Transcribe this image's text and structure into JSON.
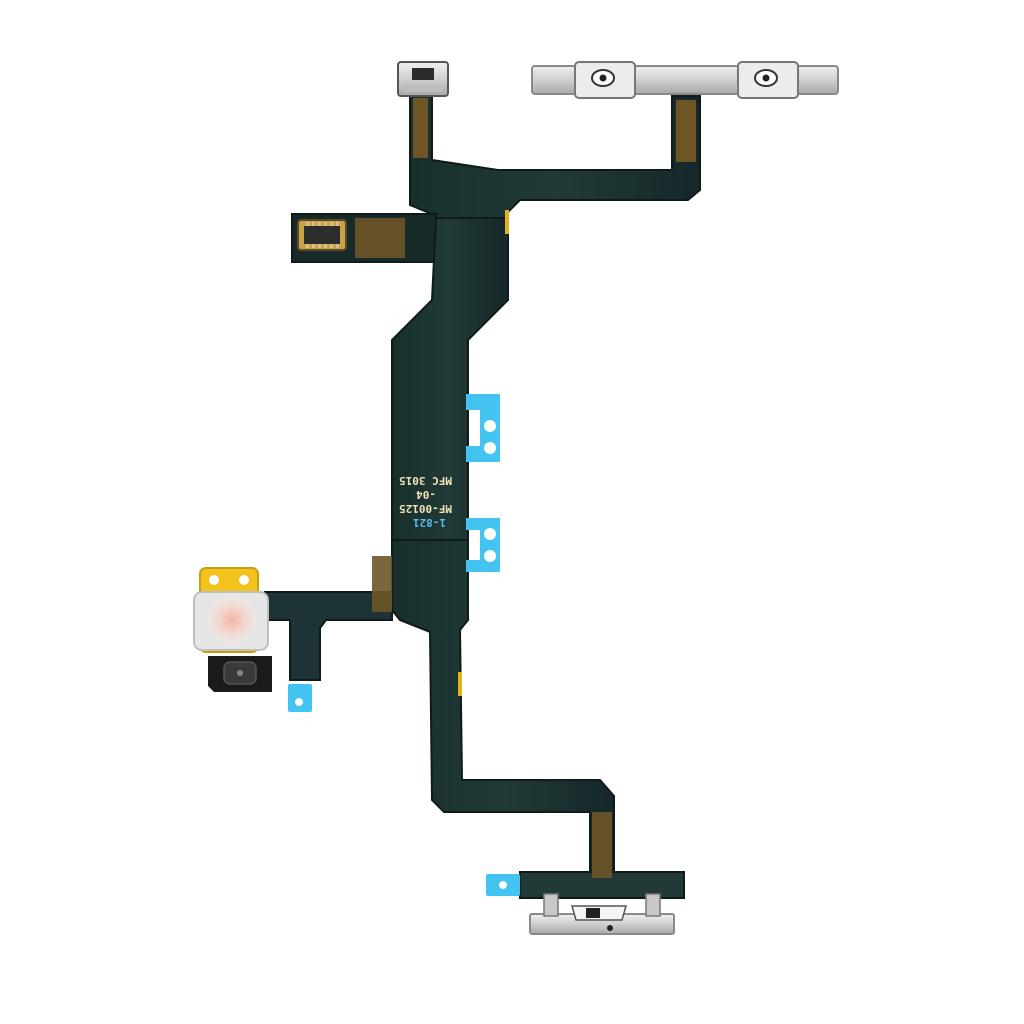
{
  "image": {
    "subject": "flex-cable-assembly",
    "background": "#ffffff"
  },
  "colors": {
    "flex_body": "#1b2b2a",
    "flex_edge": "#0f1a1a",
    "copper_trace": "#8a6a2e",
    "copper_dark": "#5e4a22",
    "metal": "#d9d9d9",
    "metal_dark": "#9a9a9a",
    "stiffener_blue": "#43c3f0",
    "adhesive_yellow": "#f3c21c",
    "flash_diffuser": "#f1e7e3",
    "print_text": "#f0e2b8",
    "print_text_blue": "#5fb7e8"
  },
  "print": {
    "line1": "MFC 3015",
    "line2": "MF-00125",
    "line3": "-04",
    "line4": "1-821"
  }
}
